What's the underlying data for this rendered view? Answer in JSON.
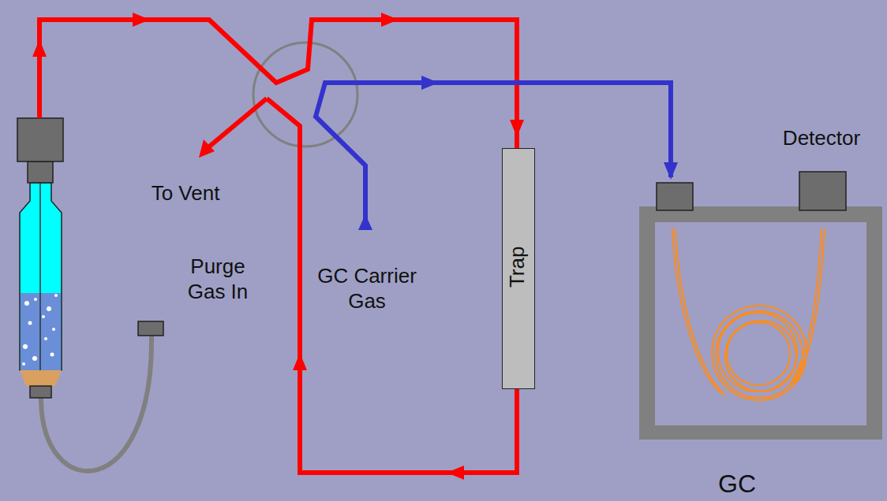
{
  "diagram": {
    "nodes": [
      {
        "text": [
          "Trap"
        ]
      },
      {
        "text": [
          "Detector"
        ]
      },
      {
        "text": [
          "GC"
        ]
      }
    ],
    "labels": [
      "To Vent",
      "Purge Gas In",
      "GC Carrier Gas"
    ]
  }
}
